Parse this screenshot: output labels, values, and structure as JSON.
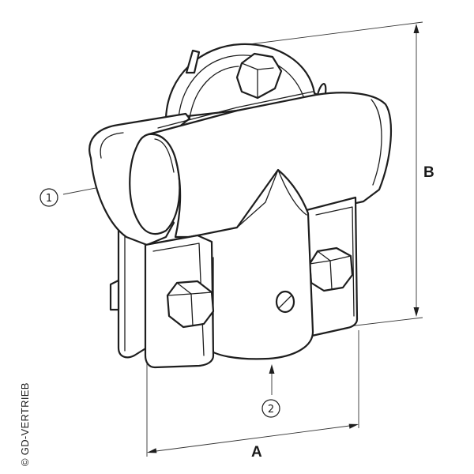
{
  "diagram": {
    "dimension_a": "A",
    "dimension_b": "B",
    "callout_1": "1",
    "callout_2": "2"
  },
  "copyright": "© GD-VERTRIEB",
  "colors": {
    "line": "#1e1e1e",
    "background": "#ffffff"
  }
}
